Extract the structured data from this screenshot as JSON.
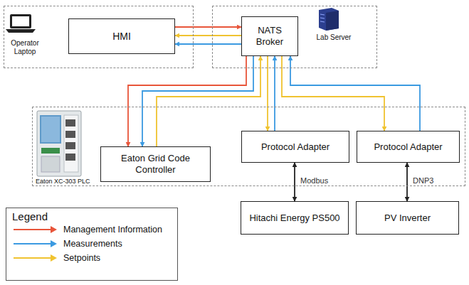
{
  "diagram": {
    "nodes": [
      {
        "text": [
          "Operator Laptop"
        ]
      },
      {
        "text": [
          "HMI"
        ],
        "in": 0
      },
      {
        "text": [
          "Lab Server"
        ]
      },
      {
        "text": [
          "NATS Broker"
        ],
        "in": 2
      },
      {
        "text": [
          "Eaton XC-303 PLC"
        ]
      },
      {
        "text": [
          "Eaton Grid Code Controller"
        ],
        "in": 4
      },
      {
        "text": [
          "Protocol Adapter"
        ],
        "in": 4
      },
      {
        "text": [
          "Protocol Adapter"
        ],
        "in": 4
      },
      {
        "text": [
          "Hitachi Energy PS500"
        ]
      },
      {
        "text": [
          "PV Inverter"
        ]
      }
    ],
    "edges": [
      {
        "from": 1,
        "to": 3,
        "arrow": "to"
      },
      {
        "from": 3,
        "to": 1,
        "arrow": "to"
      },
      {
        "from": 3,
        "to": 1,
        "arrow": "to"
      },
      {
        "from": 3,
        "to": 5,
        "arrow": "to"
      },
      {
        "from": 3,
        "to": 5,
        "arrow": "to"
      },
      {
        "from": 5,
        "to": 3,
        "arrow": "to"
      },
      {
        "from": 3,
        "to": 6,
        "arrow": "to"
      },
      {
        "from": 6,
        "to": 3,
        "arrow": "to"
      },
      {
        "from": 3,
        "to": 7,
        "arrow": "to"
      },
      {
        "from": 7,
        "to": 3,
        "arrow": "to"
      },
      {
        "from": 6,
        "to": 8,
        "label": "Modbus",
        "arrow": "both"
      },
      {
        "from": 7,
        "to": 9,
        "label": "DNP3",
        "arrow": "both"
      }
    ],
    "labels": [
      "Legend"
    ],
    "legend": [
      {
        "text": "Management Information",
        "color": "#e8553a"
      },
      {
        "text": "Measurements",
        "color": "#3b9ae1"
      },
      {
        "text": "Setpoints",
        "color": "#f0c330"
      }
    ]
  }
}
